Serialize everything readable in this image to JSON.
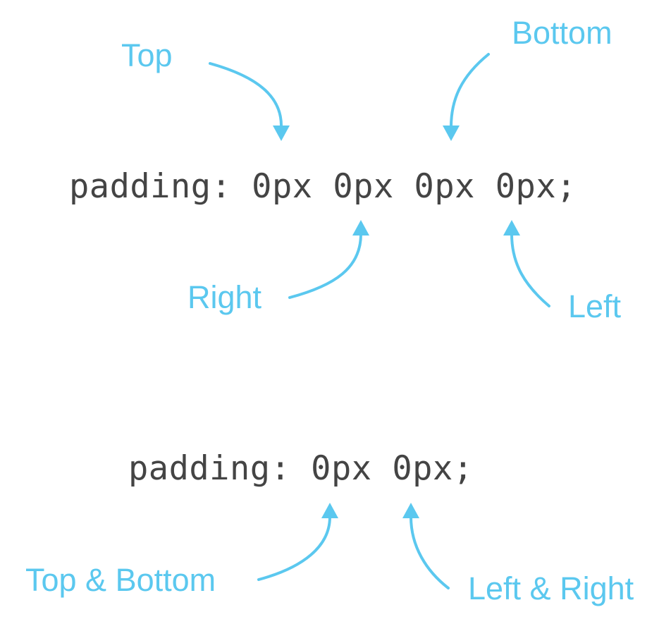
{
  "colors": {
    "accent": "#5bc8ef",
    "code_text": "#444444",
    "background": "#ffffff"
  },
  "diagram_1": {
    "code": "padding: 0px 0px 0px 0px;",
    "labels": {
      "top": "Top",
      "bottom": "Bottom",
      "right": "Right",
      "left": "Left"
    }
  },
  "diagram_2": {
    "code": "padding: 0px 0px;",
    "labels": {
      "top_bottom": "Top & Bottom",
      "left_right": "Left & Right"
    }
  }
}
